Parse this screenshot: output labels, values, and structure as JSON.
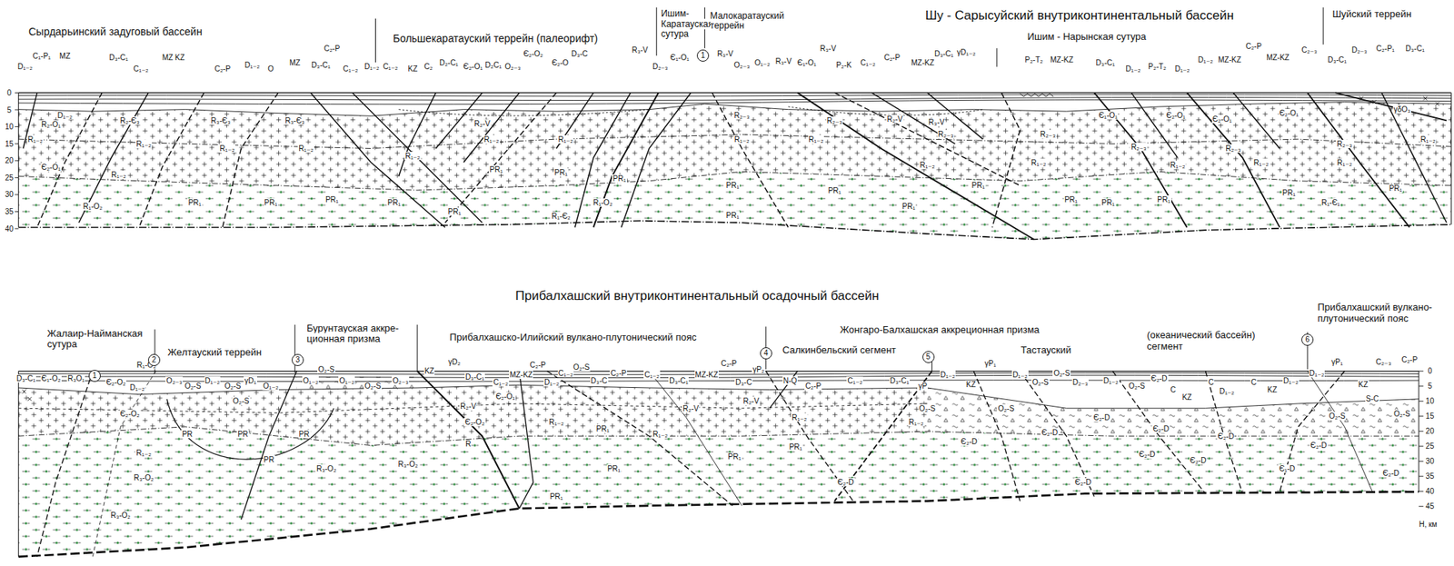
{
  "diagram": {
    "nodes": [
      {
        "text": [
          "1"
        ]
      },
      {
        "text": [
          "1"
        ]
      },
      {
        "text": [
          "2"
        ]
      },
      {
        "text": [
          "3"
        ]
      },
      {
        "text": [
          "4"
        ]
      },
      {
        "text": [
          "5"
        ]
      },
      {
        "text": [
          "6"
        ]
      }
    ],
    "labels": [
      "Сырдарьинский задуговый бассейн",
      "Большекаратауский террейн (палеорифт)",
      "Ишим- Каратауская сутура",
      "Малокаратауский террейн",
      "Шу - Сарысуйский внутриконтинентальный бассейн",
      "Ишим - Нарынская сутура",
      "Шуйский террейн",
      "Прибалхашский внутриконтинентальный осадочный бассейн",
      "Жалаир-Найманская сутура",
      "Желтауский террейн",
      "Бурунтауская аккре- ционная призма",
      "Прибалхашско-Илийский вулкано-плутонический пояс",
      "Жонгаро-Балхашская аккреционная призма",
      "Салкинбельский сегмент",
      "Тастауский",
      "(океанический бассейн) сегмент",
      "Прибалхашский вулкано-плутонический пояс",
      "0",
      "5",
      "10",
      "15",
      "20",
      "25",
      "30",
      "35",
      "40",
      "0",
      "5",
      "10",
      "15",
      "20",
      "25",
      "30",
      "35",
      "40",
      "45",
      "H, км",
      "D₁₋₂",
      "C₁-P₁",
      "MZ",
      "D₃-C₁",
      "C₁₋₂",
      "MZ KZ",
      "C₂-P",
      "D₁₋₂",
      "O",
      "MZ",
      "D₃-C₁",
      "C₂-P",
      "C₁₋₂",
      "D₁₋₂",
      "C₁₋₂",
      "KZ",
      "C₂",
      "D₂-C₁",
      "Є₂-O₁",
      "D₂C₁",
      "O₂₋₃",
      "Є₂-O₂",
      "Є₂-O",
      "D₃-C",
      "R₃-V",
      "D₂₋₃",
      "Є₁-O₁",
      "R₃-V",
      "O₂₋₃",
      "O₁₋₂",
      "R₃-V",
      "Є₁-O₁",
      "R₃-V",
      "P₂-K",
      "C₁₋₂",
      "C₂-P",
      "MZ-KZ",
      "D₃-C₁",
      "γD₁₋₂",
      "P₂-T₂",
      "MZ-KZ",
      "D₃-C₁",
      "D₁₋₂",
      "P₂-T₂",
      "D₁₋₂",
      "D₁₋₂",
      "MZ-KZ",
      "C₂-P",
      "MZ-KZ",
      "C₂₋₃",
      "D₃-C₁",
      "D₂₋₃",
      "C₂-P₁",
      "D₃-C₁",
      "D₁₋₂",
      "R₂-Є₃",
      "R₃-Є₃",
      "R₃-Є₃",
      "R₂-O₁",
      "R₁₋₂",
      "R₁₋₂",
      "R₁₋₂",
      "R₁₋₂",
      "Є₂-O₁",
      "R₁₋₂",
      "R₁-O₂",
      "PR₁",
      "PR₁",
      "PR₁",
      "PR₁",
      "PR₁",
      "R₁-Є₂",
      "PR₁",
      "PR₁",
      "PR₁",
      "R₁-O₂",
      "R₂-V",
      "R₁₋₂",
      "R₁₋₂",
      "R₁₋₂",
      "R₂₋₃",
      "R₁₋₂",
      "PR₁",
      "PR₁",
      "R₂₋₃",
      "R₁₋₂",
      "PR₁",
      "PR₁",
      "R₂-V",
      "R₃-V",
      "R₂₋₃",
      "R₁₋₂",
      "PR₁",
      "R₂₋₃",
      "R₁₋₂",
      "PR₁",
      "Є₁-O₁",
      "Є₂-O₁",
      "R₂₋₃",
      "R₁₋₂",
      "PR₁",
      "PR₁",
      "Є₂-O₁",
      "R₂₋₃",
      "R₁₋₂",
      "PR₁",
      "R₁-Є₁",
      "Є₂-O₁",
      "R₂₋₃",
      "R₁₋₂",
      "PR₁",
      "γδO₃",
      "R₁₋₂",
      "D₃-C₁",
      "Є₁-O₂",
      "R₃O₁",
      "Є₂-O₂",
      "D₁₋₂",
      "R₁-O₂",
      "O₂₋₃",
      "O₂-S",
      "D₁₋₂",
      "O₂-S",
      "γD₁",
      "O₁₋₂",
      "O₁₋₂",
      "O₂-S",
      "O₁₋₂",
      "O₂-S",
      "O₂₋₃",
      "KZ",
      "γD₂",
      "D₃-C₁",
      "C₁₋₂",
      "MZ-KZ",
      "C₂-P",
      "D₁₋₂",
      "C₁₋₂",
      "O₂-S",
      "D₃-C",
      "C₂-P",
      "C₁₋₂",
      "D₃-C₁",
      "MZ-KZ",
      "C₂-P",
      "D₃-C",
      "γP₂",
      "N-Q",
      "C₂-P",
      "C₁₋₂",
      "D₃-C₁",
      "γP",
      "D₁₋₂",
      "KZ",
      "γP₁",
      "D₁₋₂",
      "O₂-S",
      "O₂-S",
      "D₂₋₃",
      "D₁₋₂",
      "O₂-S",
      "Є₂-D",
      "C",
      "KZ",
      "C",
      "D₁₋₂",
      "C",
      "KZ",
      "D₁₋₂",
      "D₁₋₂",
      "γP₁",
      "KZ",
      "C₂₋₃",
      "C₂-P",
      "R₂-V",
      "Є₂-O₂",
      "R",
      "Є₂-O₁",
      "R₁₋₂",
      "PR₁",
      "PR₁",
      "PR₁",
      "R₁₋₂",
      "R₂-V",
      "PR₁",
      "PR₁",
      "R₁₋₂",
      "Є₂-D",
      "R₁₋₂",
      "Є₂-D",
      "Є₂-D",
      "Є₂-D",
      "Є₂-D",
      "Є₂-D",
      "Є₂-D",
      "Є₂-D",
      "Є₂-D",
      "Є₁-D",
      "Є₂-D",
      "Є₂-D",
      "S-C",
      "O₂-S",
      "O₂-S",
      "PR",
      "PR",
      "PR",
      "PR",
      "R₁₋₂",
      "R₃-O₂",
      "R₃-O₂",
      "R₃-O₂",
      "R₃-O₂",
      "Є₂-O₂",
      "O₂-S",
      "O₂-S",
      "O₂-S",
      "R₂-V"
    ]
  }
}
